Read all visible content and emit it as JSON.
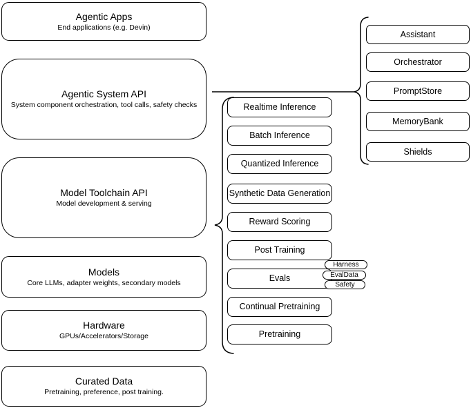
{
  "diagram": {
    "style": {
      "stroke": "#000000",
      "background": "#ffffff"
    },
    "left_stack": [
      {
        "title": "Agentic Apps",
        "subtitle": "End applications (e.g. Devin)"
      },
      {
        "title": "Agentic System API",
        "subtitle": "System component orchestration, tool calls, safety checks"
      },
      {
        "title": "Model Toolchain API",
        "subtitle": "Model development & serving"
      },
      {
        "title": "Models",
        "subtitle": "Core LLMs, adapter weights, secondary models"
      },
      {
        "title": "Hardware",
        "subtitle": "GPUs/Accelerators/Storage"
      },
      {
        "title": "Curated Data",
        "subtitle": "Pretraining, preference, post training."
      }
    ],
    "toolchain_items": [
      "Realtime Inference",
      "Batch Inference",
      "Quantized Inference",
      "Synthetic Data Generation",
      "Reward Scoring",
      "Post Training",
      "Evals",
      "Continual Pretraining",
      "Pretraining"
    ],
    "eval_tags": [
      "Harness",
      "EvalData",
      "Safety"
    ],
    "system_components": [
      "Assistant",
      "Orchestrator",
      "PromptStore",
      "MemoryBank",
      "Shields"
    ]
  }
}
